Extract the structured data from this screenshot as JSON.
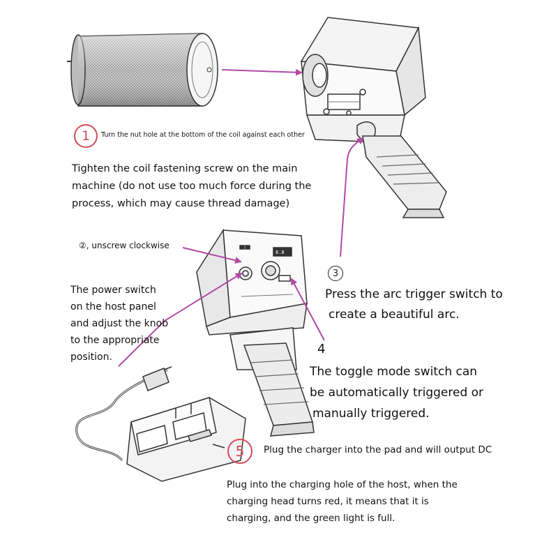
{
  "steps": {
    "s1": {
      "marker": "1",
      "caption": "Turn the nut hole at the bottom of the coil against each other",
      "body": [
        "Tighten the coil fastening screw on the main",
        "machine (do not use too much force during the",
        "process, which may cause thread damage)"
      ]
    },
    "s2": {
      "caption": "②, unscrew clockwise",
      "body": [
        "The power switch",
        "on the host panel",
        "and adjust the knob",
        "to the appropriate",
        "position."
      ]
    },
    "s3": {
      "marker": "3",
      "body": [
        "Press the arc trigger switch to",
        "create a beautiful arc."
      ]
    },
    "s4": {
      "marker": "4",
      "body": [
        "The toggle mode switch can",
        "be automatically triggered or",
        "manually triggered."
      ]
    },
    "s5": {
      "marker": "5",
      "caption": "Plug the charger into the pad and will output DC",
      "body": [
        "Plug into the charging hole of the host, when the",
        "charging head turns red, it means that it is",
        "charging, and the green light is full."
      ]
    }
  },
  "colors": {
    "arrow": "#b24aa6",
    "marker": "#d44a5a",
    "line": "#333333"
  }
}
